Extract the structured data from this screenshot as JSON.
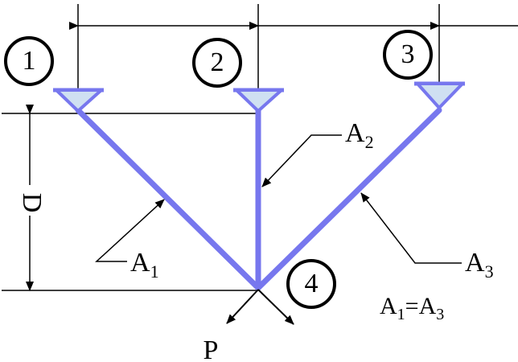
{
  "nodes": [
    {
      "label": "1"
    },
    {
      "label": "2"
    },
    {
      "label": "3"
    },
    {
      "label": "4"
    }
  ],
  "members": [
    {
      "base": "A",
      "sub": "1"
    },
    {
      "base": "A",
      "sub": "2"
    },
    {
      "base": "A",
      "sub": "3"
    }
  ],
  "dimension_label": "D",
  "load_label": "P",
  "equality": {
    "left_base": "A",
    "left_sub": "1",
    "op": "=",
    "right_base": "A",
    "right_sub": "3"
  },
  "colors": {
    "member": "#7777ee",
    "support_fill": "#cfe0f2",
    "line": "#000000"
  }
}
